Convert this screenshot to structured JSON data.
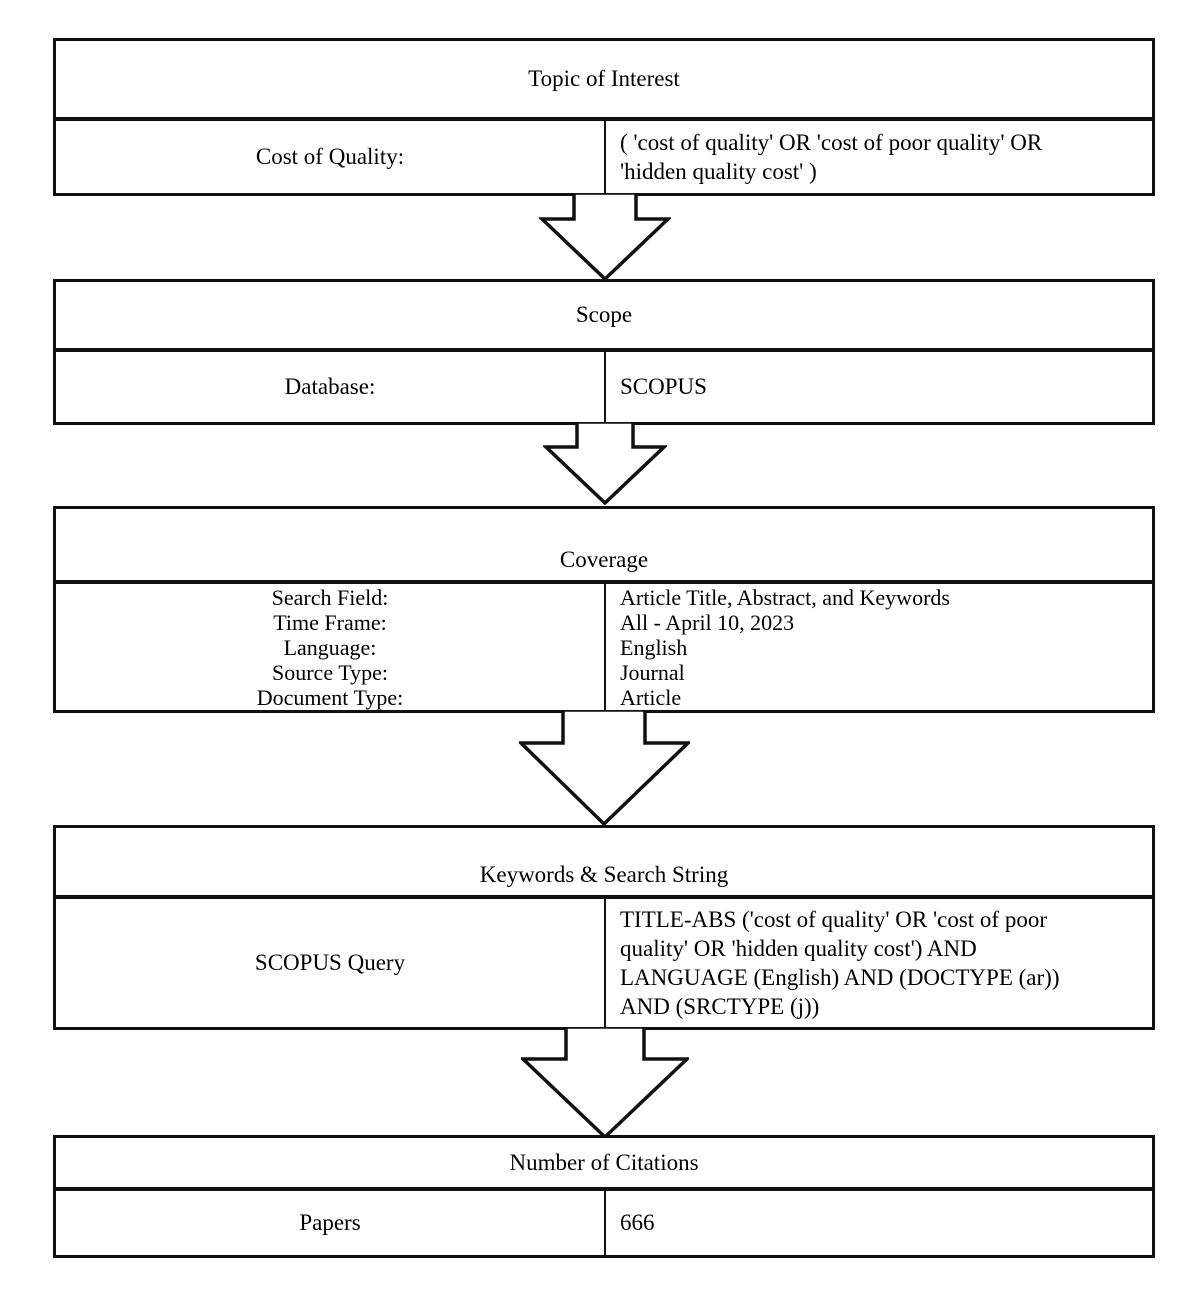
{
  "page": {
    "background_color": "#ffffff",
    "text_color": "#000000",
    "border_color": "#111111"
  },
  "flowchart": {
    "boxes": {
      "topic": {
        "title": "Topic of Interest",
        "rows": [
          {
            "label": "Cost of Quality:",
            "value": "( 'cost of quality' OR 'cost of poor quality' OR 'hidden quality cost' )"
          }
        ]
      },
      "scope": {
        "title": "Scope",
        "rows": [
          {
            "label": "Database:",
            "value": "SCOPUS"
          }
        ]
      },
      "coverage": {
        "title": "Coverage",
        "rows": [
          {
            "label": "Search Field:",
            "value": "Article Title, Abstract, and Keywords"
          },
          {
            "label": "Time Frame:",
            "value": "All - April 10, 2023"
          },
          {
            "label": "Language:",
            "value": "English"
          },
          {
            "label": "Source Type:",
            "value": "Journal"
          },
          {
            "label": "Document Type:",
            "value": "Article"
          }
        ]
      },
      "keywords": {
        "title": "Keywords & Search String",
        "rows": [
          {
            "label": "SCOPUS Query",
            "value": "TITLE-ABS ('cost of quality' OR 'cost of poor quality' OR 'hidden quality cost') AND LANGUAGE (English) AND (DOCTYPE (ar)) AND (SRCTYPE (j))"
          }
        ]
      },
      "citations": {
        "title": "Number of Citations",
        "rows": [
          {
            "label": "Papers",
            "value": "666"
          }
        ]
      }
    },
    "connectors": [
      {
        "icon": "block-down-arrow"
      },
      {
        "icon": "block-down-arrow"
      },
      {
        "icon": "block-down-arrow"
      },
      {
        "icon": "block-down-arrow"
      }
    ]
  }
}
